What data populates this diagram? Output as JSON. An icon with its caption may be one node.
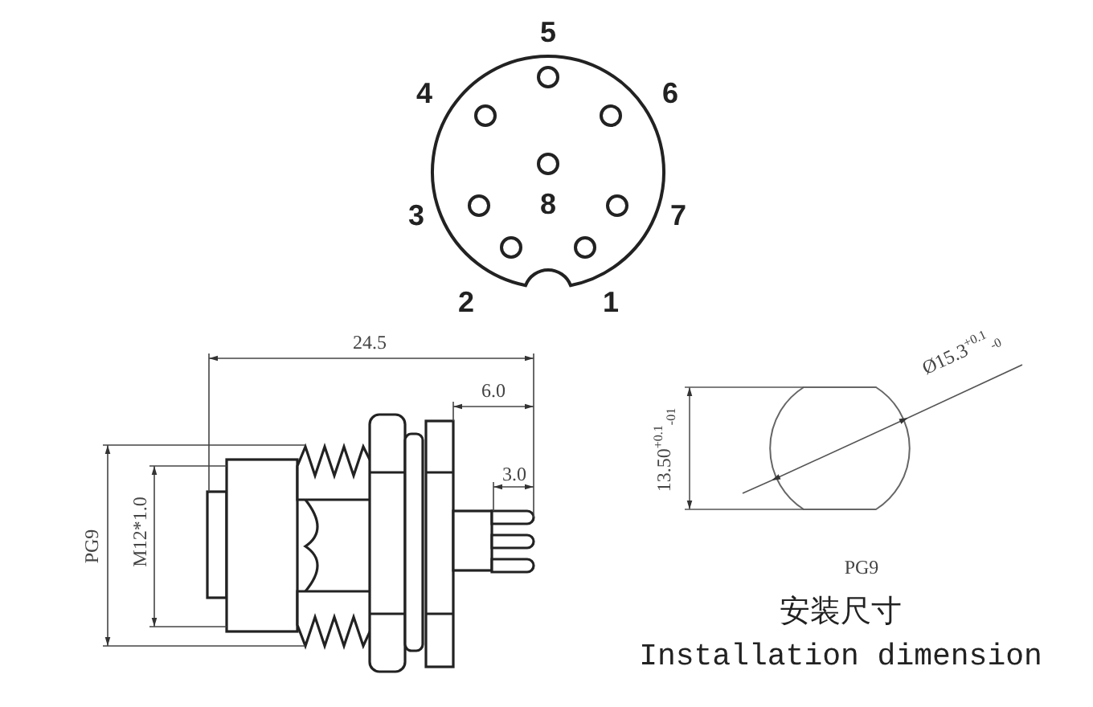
{
  "diagram": {
    "labels": [
      "5",
      "4",
      "6",
      "8",
      "3",
      "7",
      "2",
      "1",
      "24.5",
      "6.0",
      "3.0",
      "PG9",
      "M12*1.0",
      "13.50$^{+0.1}$$_{-01}$",
      "Ø15.3$^{+0.1}$$_{-0}$",
      "PG9",
      "安装尺寸",
      "Installation dimension"
    ]
  }
}
